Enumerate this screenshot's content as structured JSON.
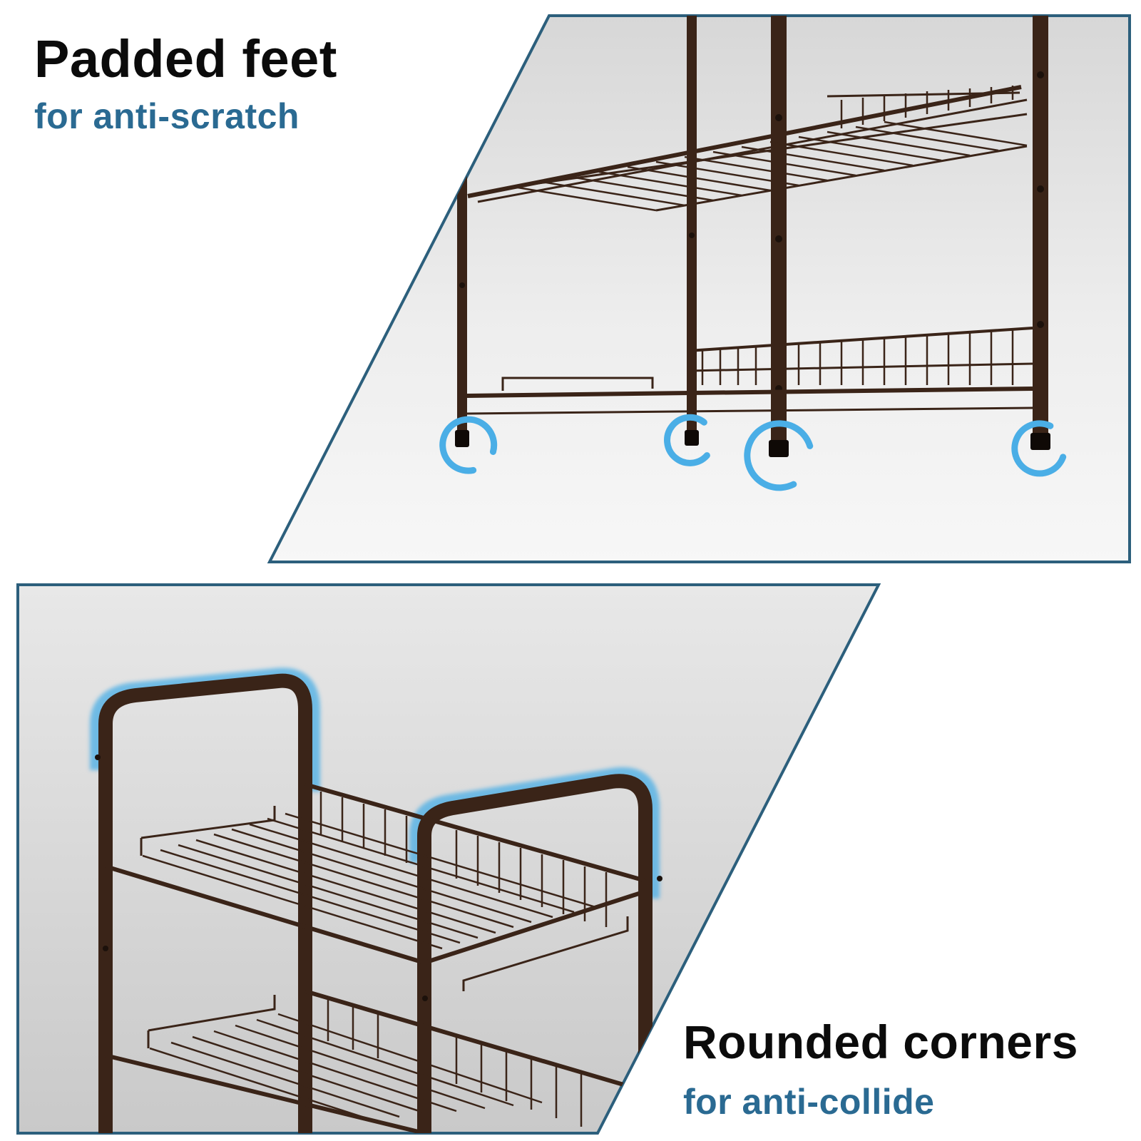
{
  "features": {
    "top": {
      "title": "Padded feet",
      "subtitle": "for anti-scratch"
    },
    "bottom": {
      "title": "Rounded corners",
      "subtitle": "for anti-collide"
    }
  },
  "colors": {
    "title": "#0b0b0b",
    "subtitle": "#2a6a92",
    "panel_border": "#2c5f7c",
    "frame": "#3a2418",
    "highlight": "#4aaee6"
  },
  "icons": {
    "foot_highlight": "circular-arc-highlight",
    "corner_highlight": "edge-glow-highlight"
  }
}
